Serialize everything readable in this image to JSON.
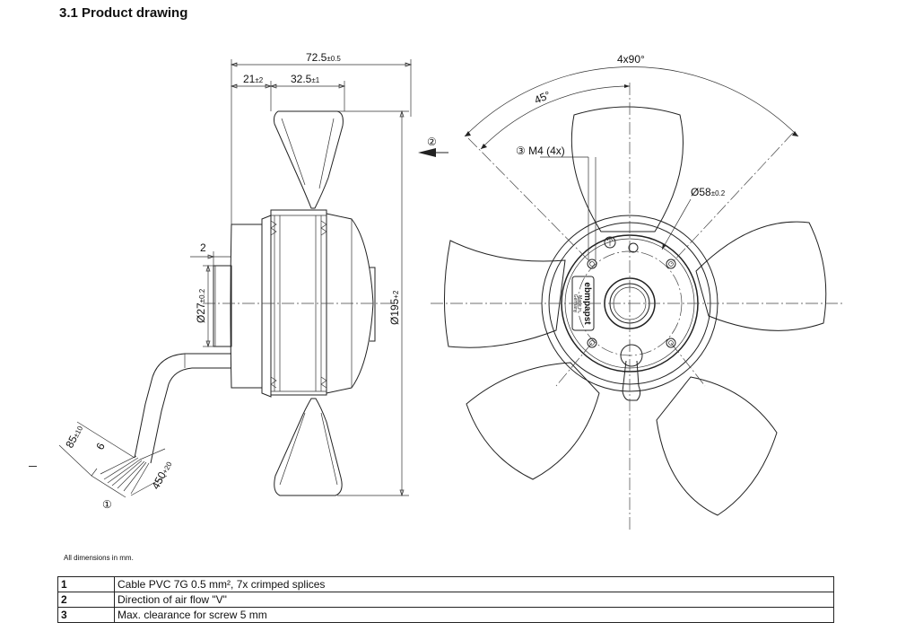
{
  "section_title": "3.1 Product drawing",
  "dimensions": {
    "overall_depth": {
      "value": "72.5",
      "tol": "±0.5"
    },
    "hub_offset": {
      "value": "21",
      "tol": "±2"
    },
    "blade_width": {
      "value": "32.5",
      "tol": "±1"
    },
    "shaft_step": {
      "value": "2",
      "tol": ""
    },
    "hub_diameter": {
      "value": "Ø27",
      "tol": "±0.2"
    },
    "fan_diameter": {
      "value": "Ø195",
      "tol": "+2"
    },
    "cable_strip": {
      "value": "85",
      "tol": "±10"
    },
    "wire_strip": {
      "value": "6",
      "tol": ""
    },
    "cable_length": {
      "value": "450",
      "tol": "+20"
    },
    "bolt_pattern": {
      "value": "4x90°",
      "tol": ""
    },
    "bolt_angle": {
      "value": "45°",
      "tol": ""
    },
    "screw_thread": {
      "value": "③ M4 (4x)",
      "tol": ""
    },
    "bolt_circle": {
      "value": "Ø58",
      "tol": "±0.2"
    }
  },
  "markers": {
    "airflow": "②",
    "cable": "①"
  },
  "label_text": {
    "brand": "ebmpapst",
    "line1": "Made in",
    "line2": "Germany"
  },
  "note": "All dimensions in mm.",
  "legend": [
    {
      "num": "1",
      "text": "Cable PVC 7G 0.5 mm², 7x crimped splices"
    },
    {
      "num": "2",
      "text": "Direction of air flow \"V\""
    },
    {
      "num": "3",
      "text": "Max. clearance for screw 5 mm"
    }
  ]
}
